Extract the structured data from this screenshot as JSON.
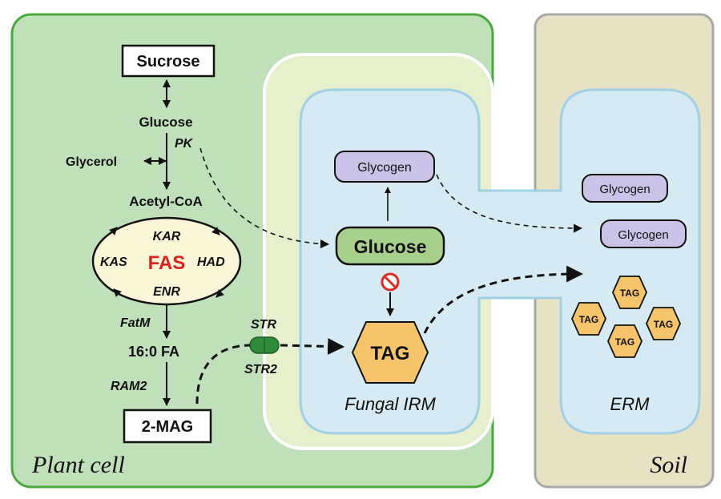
{
  "regions": {
    "plant_cell": "Plant cell",
    "soil": "Soil",
    "fungal_irm": "Fungal IRM",
    "erm": "ERM"
  },
  "plant_pathway": {
    "sucrose": "Sucrose",
    "glucose": "Glucose",
    "pk": "PK",
    "glycerol": "Glycerol",
    "acetyl_coa": "Acetyl-CoA",
    "fas": "FAS",
    "kar": "KAR",
    "kas": "KAS",
    "had": "HAD",
    "enr": "ENR",
    "fatm": "FatM",
    "fa": "16:0 FA",
    "ram2": "RAM2",
    "mag": "2-MAG",
    "str": "STR",
    "str2": "STR2"
  },
  "fungal": {
    "glycogen": "Glycogen",
    "glucose": "Glucose",
    "tag": "TAG"
  },
  "erm_items": {
    "glycogen_1": "Glycogen",
    "glycogen_2": "Glycogen",
    "tag_1": "TAG",
    "tag_2": "TAG",
    "tag_3": "TAG",
    "tag_4": "TAG"
  },
  "colors": {
    "plant_cell_fill": "#bfe0b8",
    "plant_cell_border": "#4aa83f",
    "soil_fill": "#e8e2c4",
    "soil_border": "#a8a8a8",
    "irm_outer": "#e7f0cd",
    "fungus_fill": "#d6eaf3",
    "fungus_border": "#9fd0e6",
    "glycogen_fill": "#cbc4e8",
    "glucose_fill": "#a8d08d",
    "tag_fill": "#f6c46b",
    "fas_ring": "#fbf6d7",
    "fas_text": "#e0201e",
    "inhibitor": "#e02a1f",
    "transporter": "#2e8b3a"
  },
  "icons": {
    "inhibitor": "no-sign-icon",
    "transporter": "membrane-transporter-icon"
  }
}
